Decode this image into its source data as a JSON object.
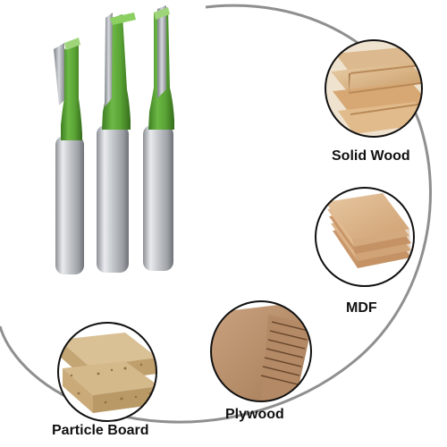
{
  "image": {
    "subject": "router-bits",
    "colors": {
      "bit_body": "#5fa83a",
      "bit_body_dark": "#3f7f22",
      "shank": "#c9ccd0",
      "arc": "#8f8f8f",
      "circle_border": "#111111"
    }
  },
  "materials": [
    {
      "name": "Solid Wood"
    },
    {
      "name": "MDF"
    },
    {
      "name": "Plywood"
    },
    {
      "name": "Particle Board"
    }
  ]
}
